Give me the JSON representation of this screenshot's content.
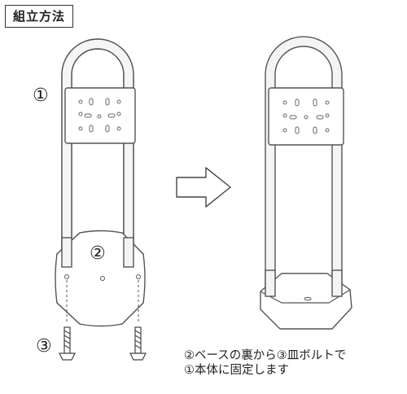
{
  "title": "組立方法",
  "labels": {
    "frame": "①",
    "base": "②",
    "bolts": "③"
  },
  "caption": {
    "line1": "②ベースの裏から③皿ボルトで",
    "line2": "①本体に固定します"
  }
}
